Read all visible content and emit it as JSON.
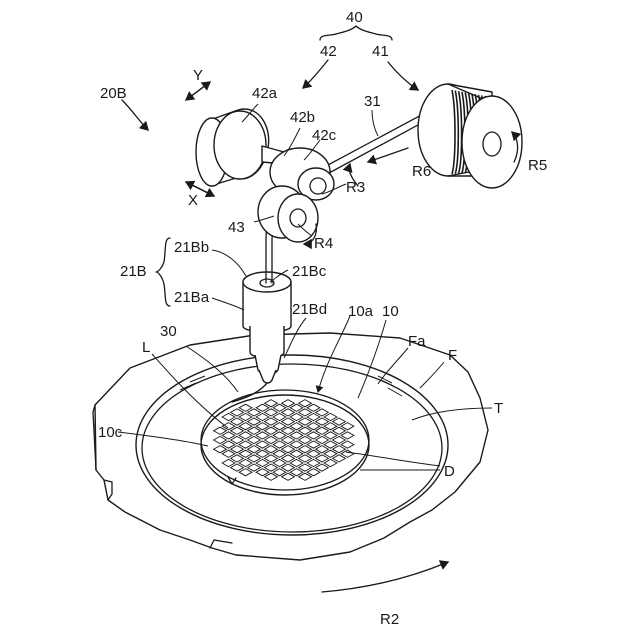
{
  "figure": {
    "labels": {
      "n40": "40",
      "n42": "42",
      "n41": "41",
      "n20B": "20B",
      "Y": "Y",
      "X": "X",
      "n42a": "42a",
      "n42b": "42b",
      "n42c": "42c",
      "n31": "31",
      "R3": "R3",
      "R4": "R4",
      "R5": "R5",
      "R6": "R6",
      "n43": "43",
      "n21B": "21B",
      "n21Bb": "21Bb",
      "n21Bc": "21Bc",
      "n21Ba": "21Ba",
      "n21Bd": "21Bd",
      "n10a": "10a",
      "n10": "10",
      "n30": "30",
      "L": "L",
      "Fa": "Fa",
      "F": "F",
      "T": "T",
      "n10c": "10c",
      "D": "D",
      "R2": "R2"
    }
  }
}
